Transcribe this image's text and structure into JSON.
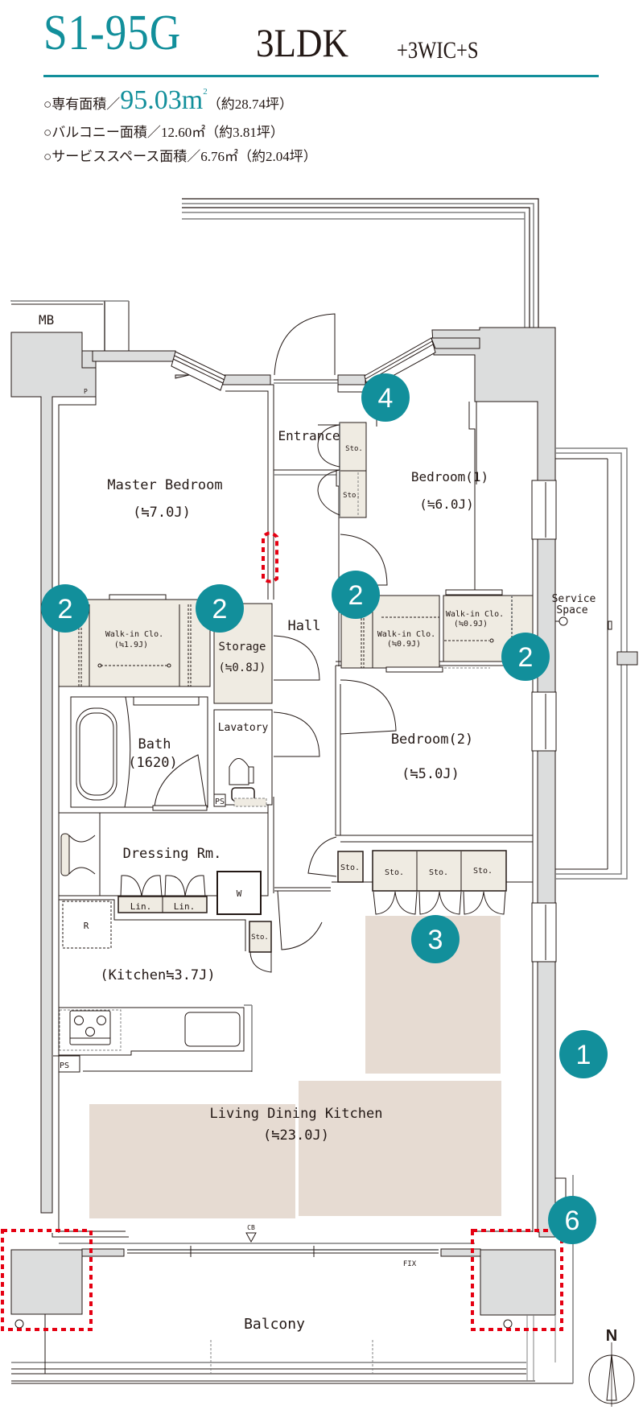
{
  "header": {
    "plan_code": "S1-95G",
    "layout_type": "3LDK",
    "layout_suffix": "+3WIC+S",
    "areas": [
      {
        "prefix": "○専有面積／",
        "value": "95.03",
        "unit": "m",
        "sup": "2",
        "tsubo": "（約28.74坪）"
      },
      {
        "prefix": "○バルコニー面積／",
        "value": "12.60㎡",
        "tsubo": "（約3.81坪）"
      },
      {
        "prefix": "○サービススペース面積／",
        "value": "6.76㎡",
        "tsubo": "（約2.04坪）"
      }
    ]
  },
  "colors": {
    "accent": "#128f9b",
    "wall": "#dcdddd",
    "storage": "#efebe2",
    "furniture_zone": "#e6dbd2",
    "highlight": "#e50012",
    "line": "#231815"
  },
  "rooms": {
    "mb": "MB",
    "p": "P",
    "master_bedroom": {
      "name": "Master Bedroom",
      "size": "(≒7.0J)"
    },
    "entrance": "Entrance",
    "bedroom1": {
      "name": "Bedroom(1)",
      "size": "(≒6.0J)"
    },
    "wic_master": {
      "name": "Walk-in Clo.",
      "size": "(≒1.9J)"
    },
    "storage": {
      "name": "Storage",
      "size": "(≒0.8J)"
    },
    "hall": "Hall",
    "wic_b1": {
      "name": "Walk-in Clo.",
      "size": "(≒0.9J)"
    },
    "wic_b2": {
      "name": "Walk-in Clo.",
      "size": "(≒0.9J)"
    },
    "service_space": {
      "line1": "Service",
      "line2": "Space"
    },
    "bath": {
      "name": "Bath",
      "size": "(1620)"
    },
    "lavatory": "Lavatory",
    "ps": "PS",
    "bedroom2": {
      "name": "Bedroom(2)",
      "size": "(≒5.0J)"
    },
    "dressing": "Dressing Rm.",
    "linen": "Lin.",
    "washer": "W",
    "fridge": "R",
    "sto": "Sto.",
    "kitchen": "(Kitchen≒3.7J)",
    "ldk": {
      "name": "Living Dining Kitchen",
      "size": "(≒23.0J)"
    },
    "cb": "CB",
    "fix": "FIX",
    "balcony": "Balcony"
  },
  "markers": [
    {
      "num": "1",
      "target": "living-window-wall"
    },
    {
      "num": "2",
      "target": "master-wic"
    },
    {
      "num": "2",
      "target": "storage"
    },
    {
      "num": "2",
      "target": "bedroom1-wic"
    },
    {
      "num": "2",
      "target": "bedroom2-wic"
    },
    {
      "num": "3",
      "target": "ldk-storage"
    },
    {
      "num": "4",
      "target": "bedroom1-window"
    },
    {
      "num": "6",
      "target": "balcony-pillar"
    }
  ],
  "compass": {
    "label": "N"
  }
}
